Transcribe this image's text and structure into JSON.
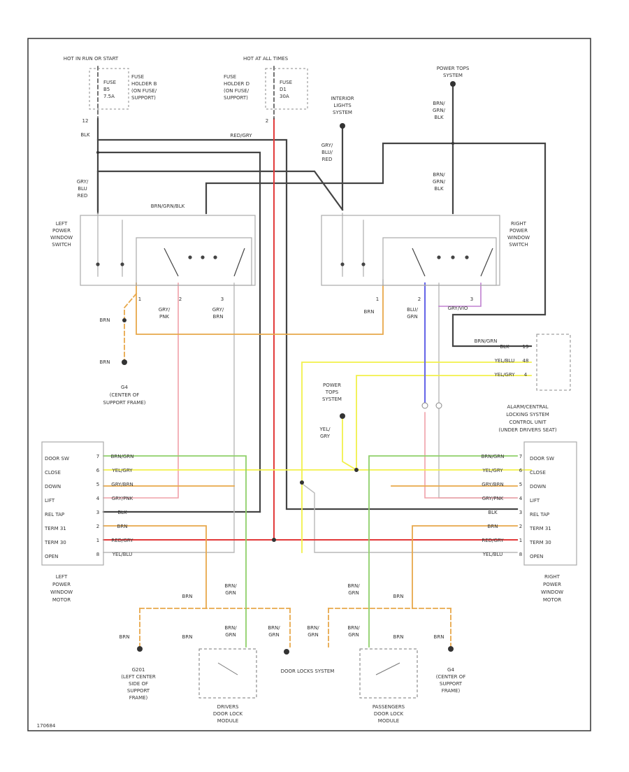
{
  "title": "",
  "colors": {
    "black": "#444444",
    "red": "#e23a3a",
    "pink": "#f0a0a8",
    "orange": "#e8a84a",
    "yellow": "#f2f04a",
    "green": "#8fd06a",
    "blue": "#6a6ae8",
    "violet": "#c080d0",
    "grey": "#b8b8b8",
    "brown": "#b89050"
  },
  "top": {
    "hot_in_run": "HOT IN RUN OR START",
    "fuse_holder_left": [
      "FUSE",
      "HOLDER B",
      "(ON FUSE/",
      "SUPPORT)"
    ],
    "fuse_left": [
      "FUSE",
      "B5",
      "7.5A"
    ],
    "hot_at_all_times": "HOT AT ALL TIMES",
    "fuse_holder_mid": [
      "FUSE",
      "HOLDER D",
      "(ON FUSE/",
      "SUPPORT)"
    ],
    "fuse_mid": [
      "FUSE",
      "D1",
      "30A"
    ],
    "interior_lights": [
      "INTERIOR",
      "LIGHTS",
      "SYSTEM"
    ],
    "power_tops_top": [
      "POWER TOPS",
      "SYSTEM"
    ],
    "wire_12": "12",
    "wire_2": "2",
    "blk": "BLK",
    "red_gry": "RED/GRY",
    "gry_blu_red_left": [
      "GRY/",
      "BLU",
      "RED"
    ],
    "gry_blu_red_mid": [
      "GRY/",
      "BLU/",
      "RED"
    ],
    "brn_grn_blk_top": [
      "BRN/",
      "GRN/",
      "BLK"
    ],
    "brn_grn_blk_mid": [
      "BRN/",
      "GRN/",
      "BLK"
    ],
    "brn_grn_blk_label": "BRN/GRN/BLK"
  },
  "switches": {
    "left": [
      "LEFT",
      "POWER",
      "WINDOW",
      "SWITCH"
    ],
    "right": [
      "RIGHT",
      "POWER",
      "WINDOW",
      "SWITCH"
    ],
    "left_pins": [
      "1",
      "2",
      "3"
    ],
    "right_pins": [
      "1",
      "2",
      "3"
    ],
    "gry_pnk": [
      "GRY/",
      "PNK"
    ],
    "gry_brn": [
      "GRY/",
      "BRN"
    ],
    "brn": "BRN",
    "blu_grn": [
      "BLU/",
      "GRN"
    ],
    "gry_vio": "GRY/VIO",
    "brn_grn": "BRN/GRN"
  },
  "ground_g4_top": [
    "G4",
    "(CENTER OF",
    "SUPPORT FRAME)"
  ],
  "alarm_unit": {
    "label": [
      "ALARM/CENTRAL",
      "LOCKING SYSTEM",
      "CONTROL UNIT",
      "(UNDER DRIVERS SEAT)"
    ],
    "pins": [
      "19",
      "48",
      "4"
    ],
    "wires": [
      "BLK",
      "YEL/BLU",
      "YEL/GRY"
    ]
  },
  "power_tops_mid": [
    "POWER",
    "TOPS",
    "SYSTEM"
  ],
  "yel_gry": [
    "YEL/",
    "GRY"
  ],
  "left_motor": {
    "label": [
      "LEFT",
      "POWER",
      "WINDOW",
      "MOTOR"
    ],
    "terminals": [
      "DOOR SW",
      "CLOSE",
      "DOWN",
      "LIFT",
      "REL TAP",
      "TERM 31",
      "TERM 30",
      "OPEN"
    ],
    "pins": [
      "7",
      "6",
      "5",
      "4",
      "3",
      "2",
      "1",
      "8"
    ],
    "wires": [
      "BRN/GRN",
      "YEL/GRY",
      "GRY/BRN",
      "GRY/PNK",
      "BLK",
      "BRN",
      "RED/GRY",
      "YEL/BLU"
    ]
  },
  "right_motor": {
    "label": [
      "RIGHT",
      "POWER",
      "WINDOW",
      "MOTOR"
    ],
    "terminals": [
      "DOOR SW",
      "CLOSE",
      "DOWN",
      "LIFT",
      "REL TAP",
      "TERM 31",
      "TERM 30",
      "OPEN"
    ],
    "pins": [
      "7",
      "6",
      "5",
      "4",
      "3",
      "2",
      "1",
      "8"
    ],
    "wires": [
      "BRN/GRN",
      "YEL/GRY",
      "GRY/BRN",
      "GRY/PNK",
      "BLK",
      "BRN",
      "RED/GRY",
      "YEL/BLU"
    ]
  },
  "bottom": {
    "brn": "BRN",
    "brn_grn": [
      "BRN/",
      "GRN"
    ],
    "g201": [
      "G201",
      "(LEFT CENTER",
      "SIDE OF",
      "SUPPORT",
      "FRAME)"
    ],
    "drivers_lock": [
      "DRIVERS",
      "DOOR LOCK",
      "MODULE"
    ],
    "door_locks": "DOOR LOCKS SYSTEM",
    "pass_lock": [
      "PASSENGERS",
      "DOOR LOCK",
      "MODULE"
    ],
    "g4": [
      "G4",
      "(CENTER OF",
      "SUPPORT",
      "FRAME)"
    ]
  },
  "figure_id": "170684"
}
